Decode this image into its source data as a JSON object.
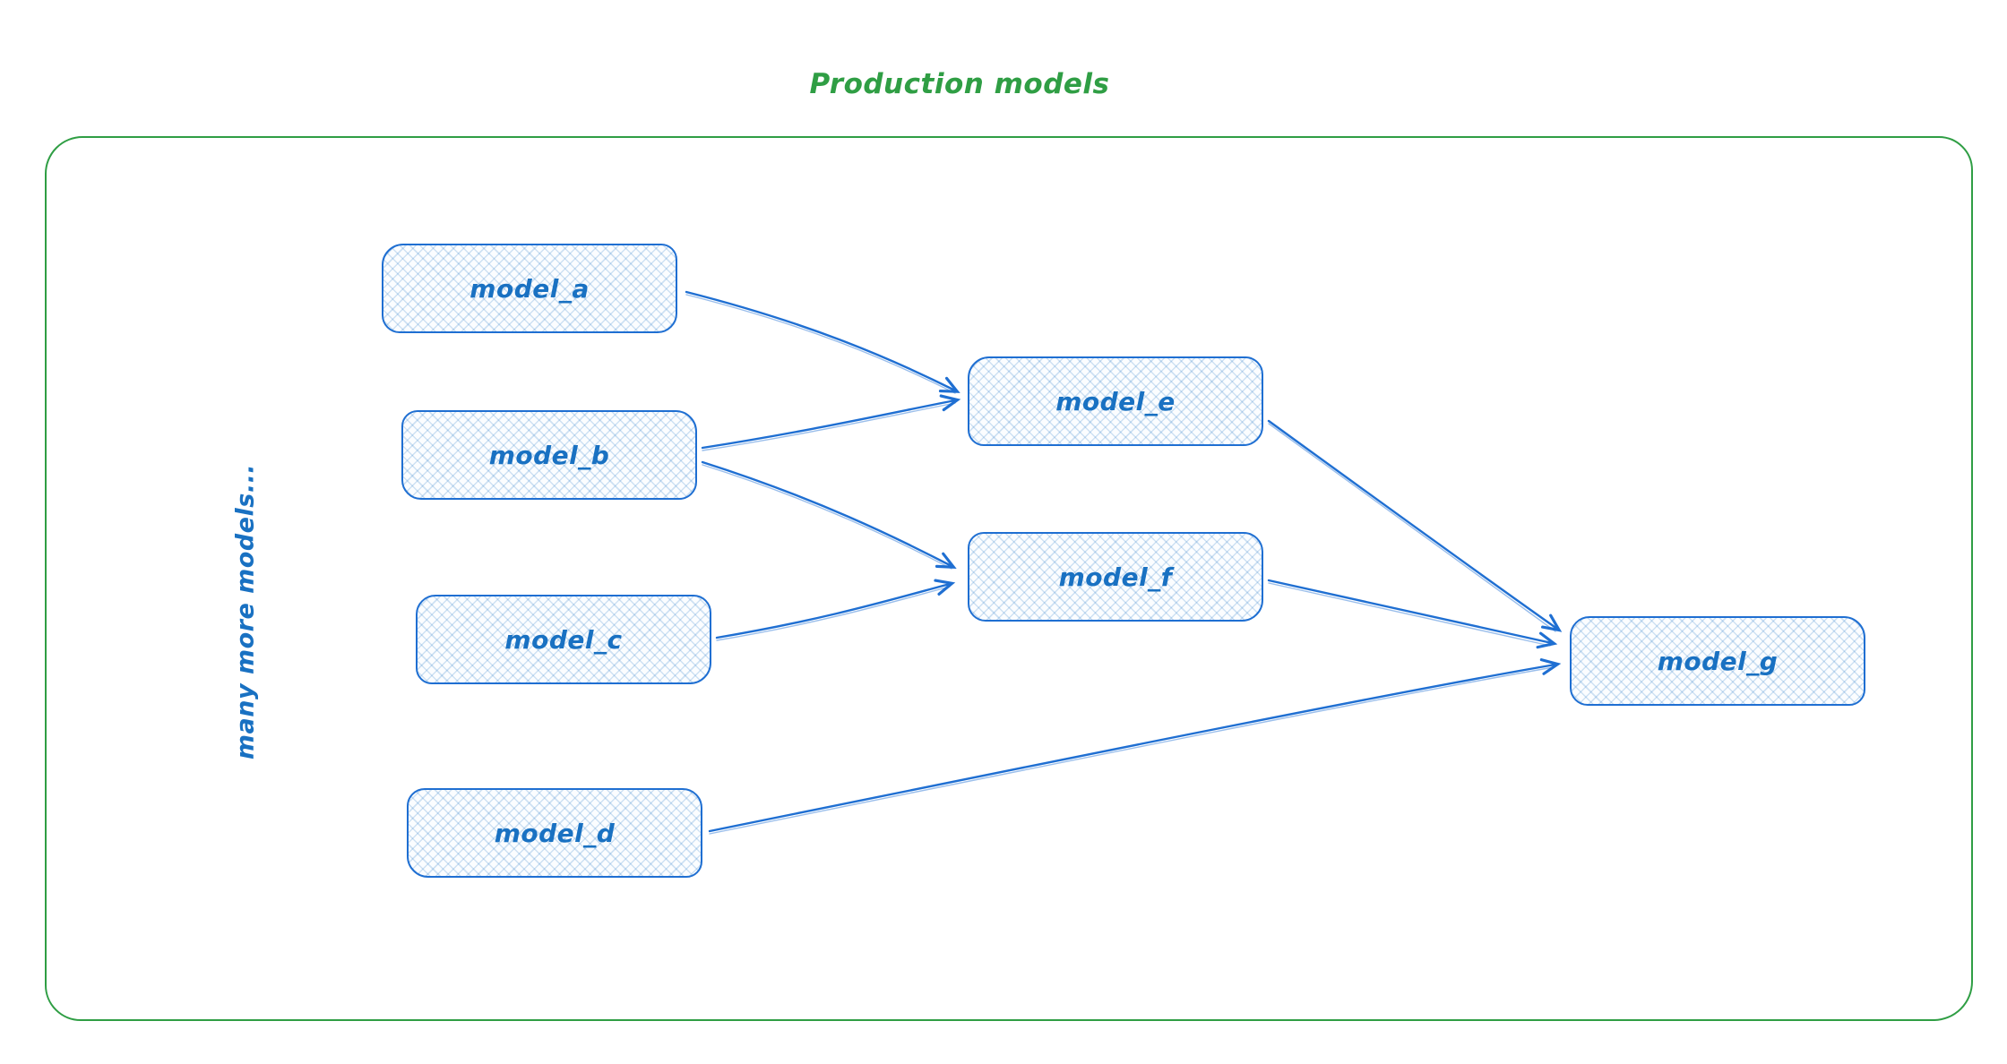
{
  "title": "Production models",
  "side_label": "many more models...",
  "colors": {
    "frame_green": "#2f9e44",
    "node_stroke_blue": "#1f6fd2",
    "node_text_blue": "#1971c2",
    "node_fill": "#fbfdff",
    "background": "#ffffff"
  },
  "nodes": [
    {
      "id": "model_a",
      "label": "model_a"
    },
    {
      "id": "model_b",
      "label": "model_b"
    },
    {
      "id": "model_c",
      "label": "model_c"
    },
    {
      "id": "model_d",
      "label": "model_d"
    },
    {
      "id": "model_e",
      "label": "model_e"
    },
    {
      "id": "model_f",
      "label": "model_f"
    },
    {
      "id": "model_g",
      "label": "model_g"
    }
  ],
  "edges": [
    {
      "from": "model_a",
      "to": "model_e"
    },
    {
      "from": "model_b",
      "to": "model_e"
    },
    {
      "from": "model_b",
      "to": "model_f"
    },
    {
      "from": "model_c",
      "to": "model_f"
    },
    {
      "from": "model_e",
      "to": "model_g"
    },
    {
      "from": "model_f",
      "to": "model_g"
    },
    {
      "from": "model_d",
      "to": "model_g"
    }
  ]
}
